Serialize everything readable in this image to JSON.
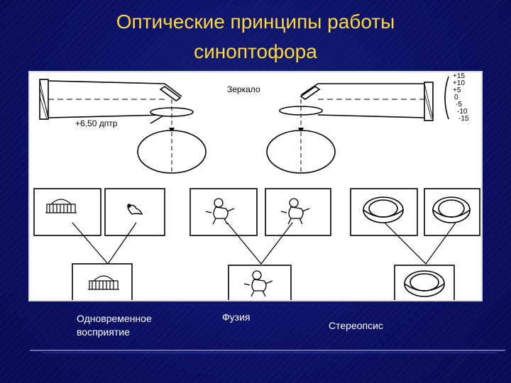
{
  "slide": {
    "title_line1": "Оптические принципы работы",
    "title_line2": "синоптофора"
  },
  "diagram": {
    "mirror_label": "Зеркало",
    "lens_power_label": "+6,50 дптр",
    "scale_labels": [
      "+15",
      "+10",
      "+5",
      "0",
      "-5",
      "-10",
      "-15"
    ]
  },
  "captions": {
    "simultaneous_line1": "Одновременное",
    "simultaneous_line2": "восприятие",
    "fusion": "Фузия",
    "stereopsis": "Стереопсис"
  }
}
